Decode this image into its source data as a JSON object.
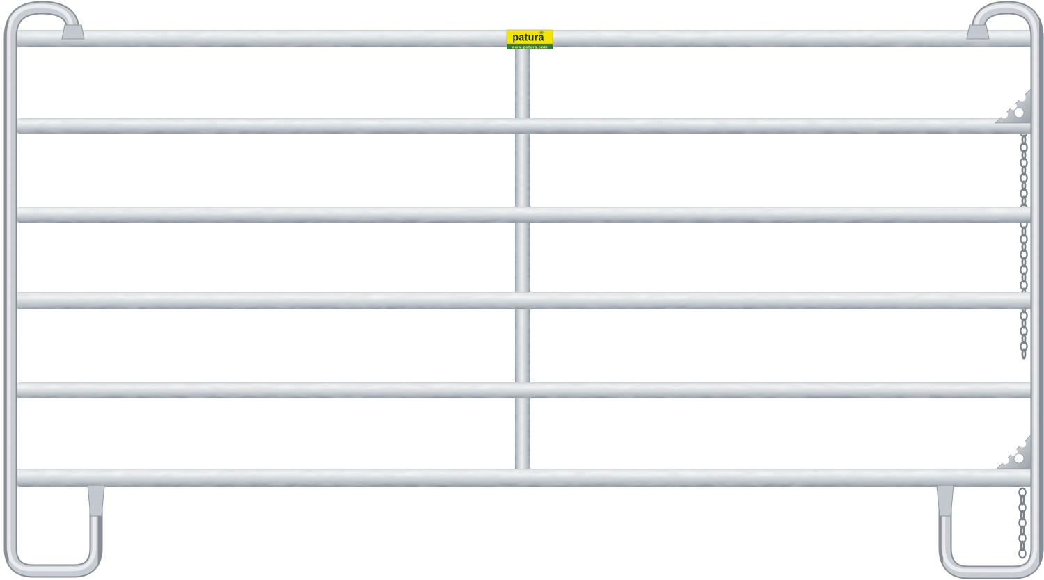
{
  "meta": {
    "type": "product-photo",
    "subject": "Galvanized steel corral panel with 6 rails, hanging hooks and chain fasteners",
    "background_color": "#ffffff"
  },
  "brand_label": {
    "name": "patura",
    "website": "www.patura.com",
    "bg_color": "#f2e40b",
    "strip_color": "#2e7d32",
    "text_color": "#1d2a10",
    "url_text_color": "#f7f1a6",
    "starburst_color": "#2e7d32",
    "starburst_glyph": "✳"
  },
  "panel": {
    "rail_count": 6,
    "vertical_brace_count": 1,
    "end_post_count": 2,
    "top_hook_count": 2,
    "foot_loop_count": 2,
    "chain_bracket_count": 2,
    "chain_count": 2,
    "material": "galvanized steel",
    "steel_colors": {
      "highlight": "#f3f5f6",
      "mid": "#c9ced3",
      "shadow": "#8a9198",
      "edge": "#6e757c",
      "chain": "#7a8188"
    }
  }
}
